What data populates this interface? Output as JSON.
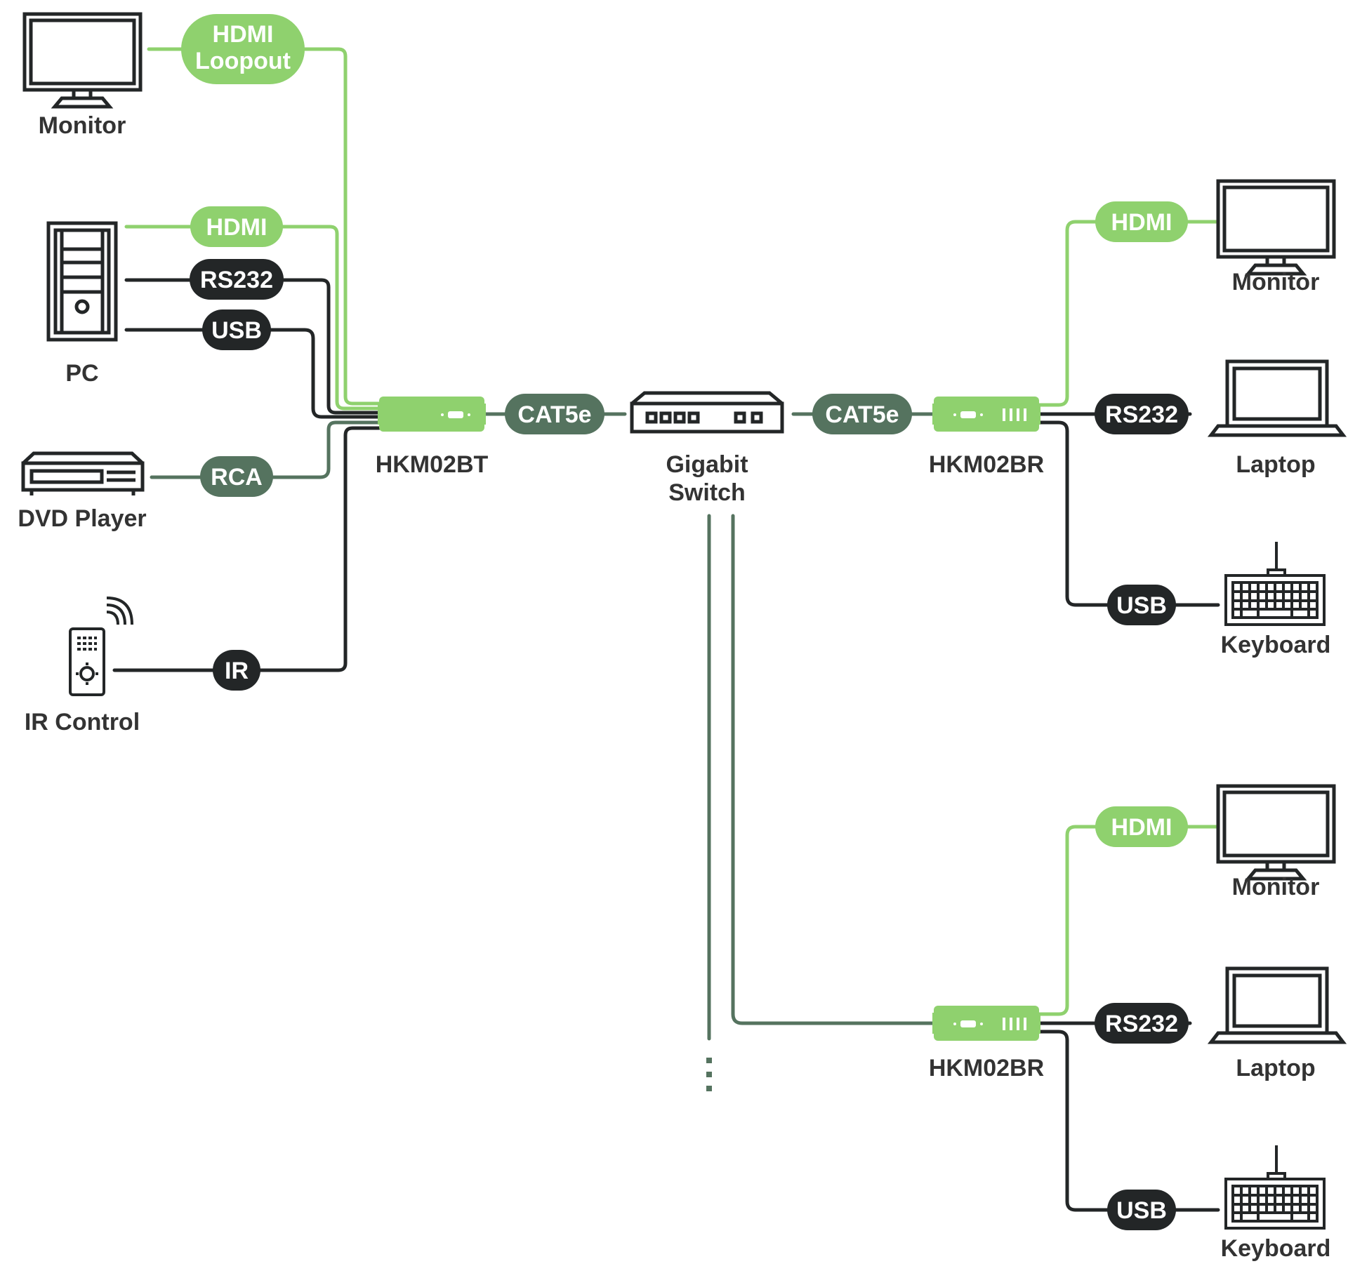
{
  "colors": {
    "green": "#8fd16e",
    "slate": "#55735f",
    "dark": "#232627",
    "text": "#333333"
  },
  "devices": {
    "monitor_top": "Monitor",
    "pc": "PC",
    "dvd": "DVD Player",
    "ir_control": "IR Control",
    "transmitter": "HKM02BT",
    "switch_line1": "Gigabit",
    "switch_line2": "Switch",
    "receiver1": "HKM02BR",
    "receiver2": "HKM02BR",
    "r1_monitor": "Monitor",
    "r1_laptop": "Laptop",
    "r1_keyboard": "Keyboard",
    "r2_monitor": "Monitor",
    "r2_laptop": "Laptop",
    "r2_keyboard": "Keyboard"
  },
  "connectors": {
    "hdmi_loopout_line1": "HDMI",
    "hdmi_loopout_line2": "Loopout",
    "pc_hdmi": "HDMI",
    "pc_rs232": "RS232",
    "pc_usb": "USB",
    "dvd_rca": "RCA",
    "ir": "IR",
    "cat5e_left": "CAT5e",
    "cat5e_right": "CAT5e",
    "r1_hdmi": "HDMI",
    "r1_rs232": "RS232",
    "r1_usb": "USB",
    "r2_hdmi": "HDMI",
    "r2_rs232": "RS232",
    "r2_usb": "USB"
  },
  "icons": [
    "monitor-icon",
    "pc-tower-icon",
    "dvd-player-icon",
    "remote-control-icon",
    "network-switch-icon",
    "extender-icon",
    "laptop-icon",
    "keyboard-icon"
  ]
}
